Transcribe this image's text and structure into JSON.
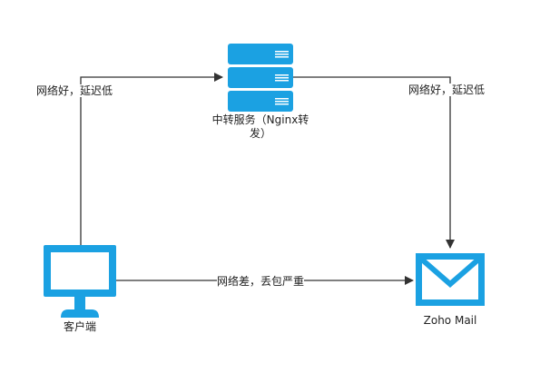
{
  "colors": {
    "accent": "#1ba1e2",
    "line": "#333333",
    "background": "#ffffff"
  },
  "nodes": {
    "server": {
      "icon": "server-stack-icon",
      "label_line1": "中转服务（Nginx转",
      "label_line2": "发）"
    },
    "client": {
      "icon": "monitor-icon",
      "label": "客户端"
    },
    "mail": {
      "icon": "envelope-icon",
      "label": "Zoho Mail"
    }
  },
  "edges": {
    "client_to_server": {
      "label": "网络好，延迟低"
    },
    "server_to_mail": {
      "label": "网络好，延迟低"
    },
    "client_to_mail": {
      "label": "网络差，丢包严重"
    }
  }
}
